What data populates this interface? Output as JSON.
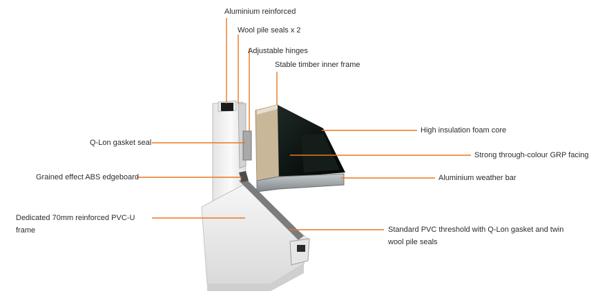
{
  "colors": {
    "leader": "#e87722",
    "text": "#2b2b2b",
    "pvc": "#f1f1f1",
    "panel_black": "#0e1412",
    "timber": "#c9b79a",
    "aluminium": "#9aa0a4"
  },
  "illustration": {
    "icon": "door-frame-cross-section-icon"
  },
  "labels": {
    "aluminium_reinforced": "Aluminium reinforced",
    "wool_pile_seals": "Wool pile seals x 2",
    "adjustable_hinges": "Adjustable hinges",
    "stable_timber": "Stable timber inner frame",
    "high_insulation": "High insulation foam core",
    "strong_grp": "Strong through-colour GRP facing",
    "aluminium_weather_bar": "Aluminium weather bar",
    "standard_pvc_threshold": "Standard PVC threshold with Q-Lon gasket and twin wool pile seals",
    "q_lon_gasket": "Q-Lon gasket seal",
    "grained_abs": "Grained effect ABS edgeboard",
    "dedicated_frame": "Dedicated 70mm reinforced PVC-U frame"
  }
}
